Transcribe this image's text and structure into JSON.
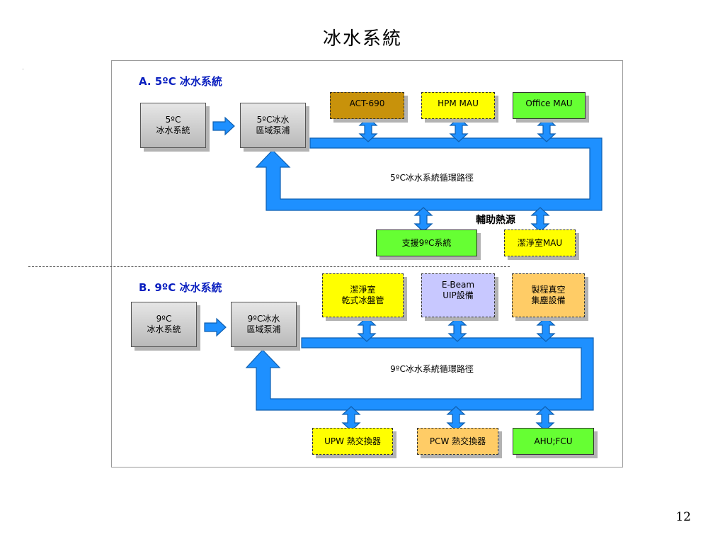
{
  "slide": {
    "title": "冰水系統",
    "page_number": "12"
  },
  "colors": {
    "pipe": "#1e90ff",
    "pipe_stroke": "#0f5fb0",
    "act690": "#c8920b",
    "yellow": "#ffff00",
    "green": "#66ff33",
    "lavender": "#c8c8ff",
    "orange": "#ffcc66"
  },
  "section_a": {
    "label": "A. 5ºC  冰水系統",
    "source": "5ºC\n冰水系統",
    "pump": "5ºC冰水\n區域泵浦",
    "loop": "5ºC冰水系統循環路徑",
    "loads_top": [
      "ACT-690",
      "HPM MAU",
      "Office MAU"
    ],
    "loads_bottom": [
      "支援9ºC系統",
      "潔淨室MAU"
    ],
    "aux": "輔助熱源"
  },
  "section_b": {
    "label": "B. 9ºC  冰水系統",
    "source": "9ºC\n冰水系統",
    "pump": "9ºC冰水\n區域泵浦",
    "loop": "9ºC冰水系統循環路徑",
    "loads_top": [
      "潔淨室\n乾式冰盤管",
      "E-Beam\nUIP設備",
      "製程真空\n集塵設備"
    ],
    "loads_bottom": [
      "UPW 熱交換器",
      "PCW 熱交換器",
      "AHU;FCU"
    ]
  }
}
